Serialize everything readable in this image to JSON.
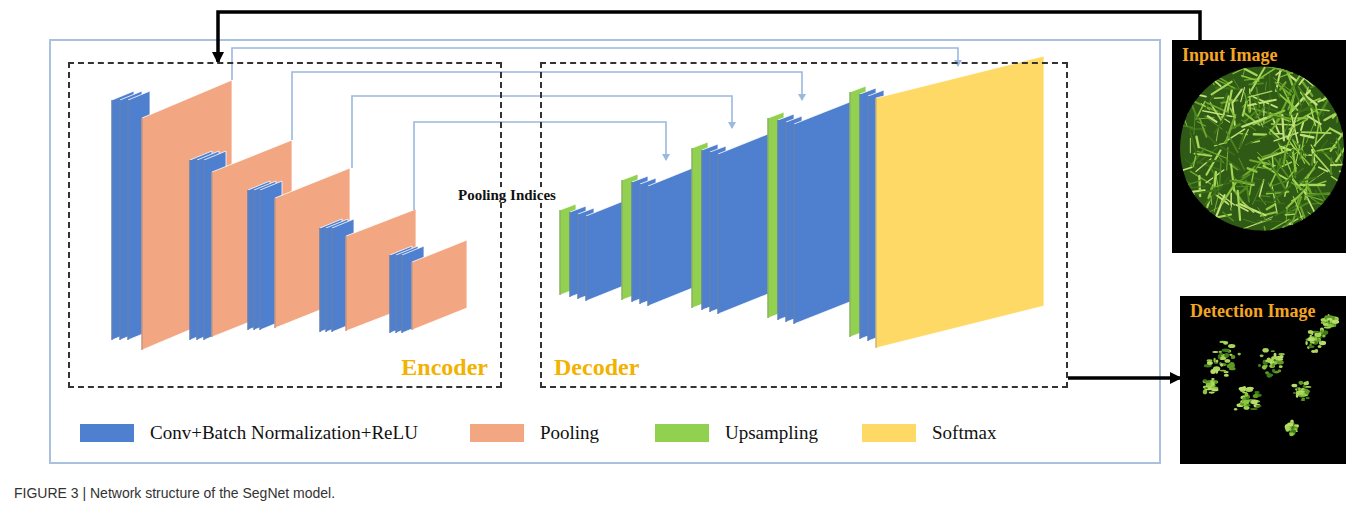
{
  "diagram": {
    "caption": "FIGURE 3 | Network structure of the SegNet model.",
    "nodes": [
      {
        "text": [
          "Encoder"
        ]
      },
      {
        "text": [
          "Decoder"
        ]
      },
      {
        "text": [
          "Input Image"
        ]
      },
      {
        "text": [
          "Detection Image"
        ]
      }
    ],
    "edges": [
      {
        "from": 2,
        "to": 0,
        "arrow": "to"
      },
      {
        "from": 1,
        "to": 3,
        "arrow": "to"
      }
    ],
    "labels": [
      "Pooling Indices"
    ],
    "legend": [
      {
        "text": "Conv+Batch Normalization+ReLU",
        "color": "#4f7fcf"
      },
      {
        "text": "Pooling",
        "color": "#f2a682"
      },
      {
        "text": "Upsampling",
        "color": "#92d050"
      },
      {
        "text": "Softmax",
        "color": "#ffd966"
      }
    ]
  }
}
